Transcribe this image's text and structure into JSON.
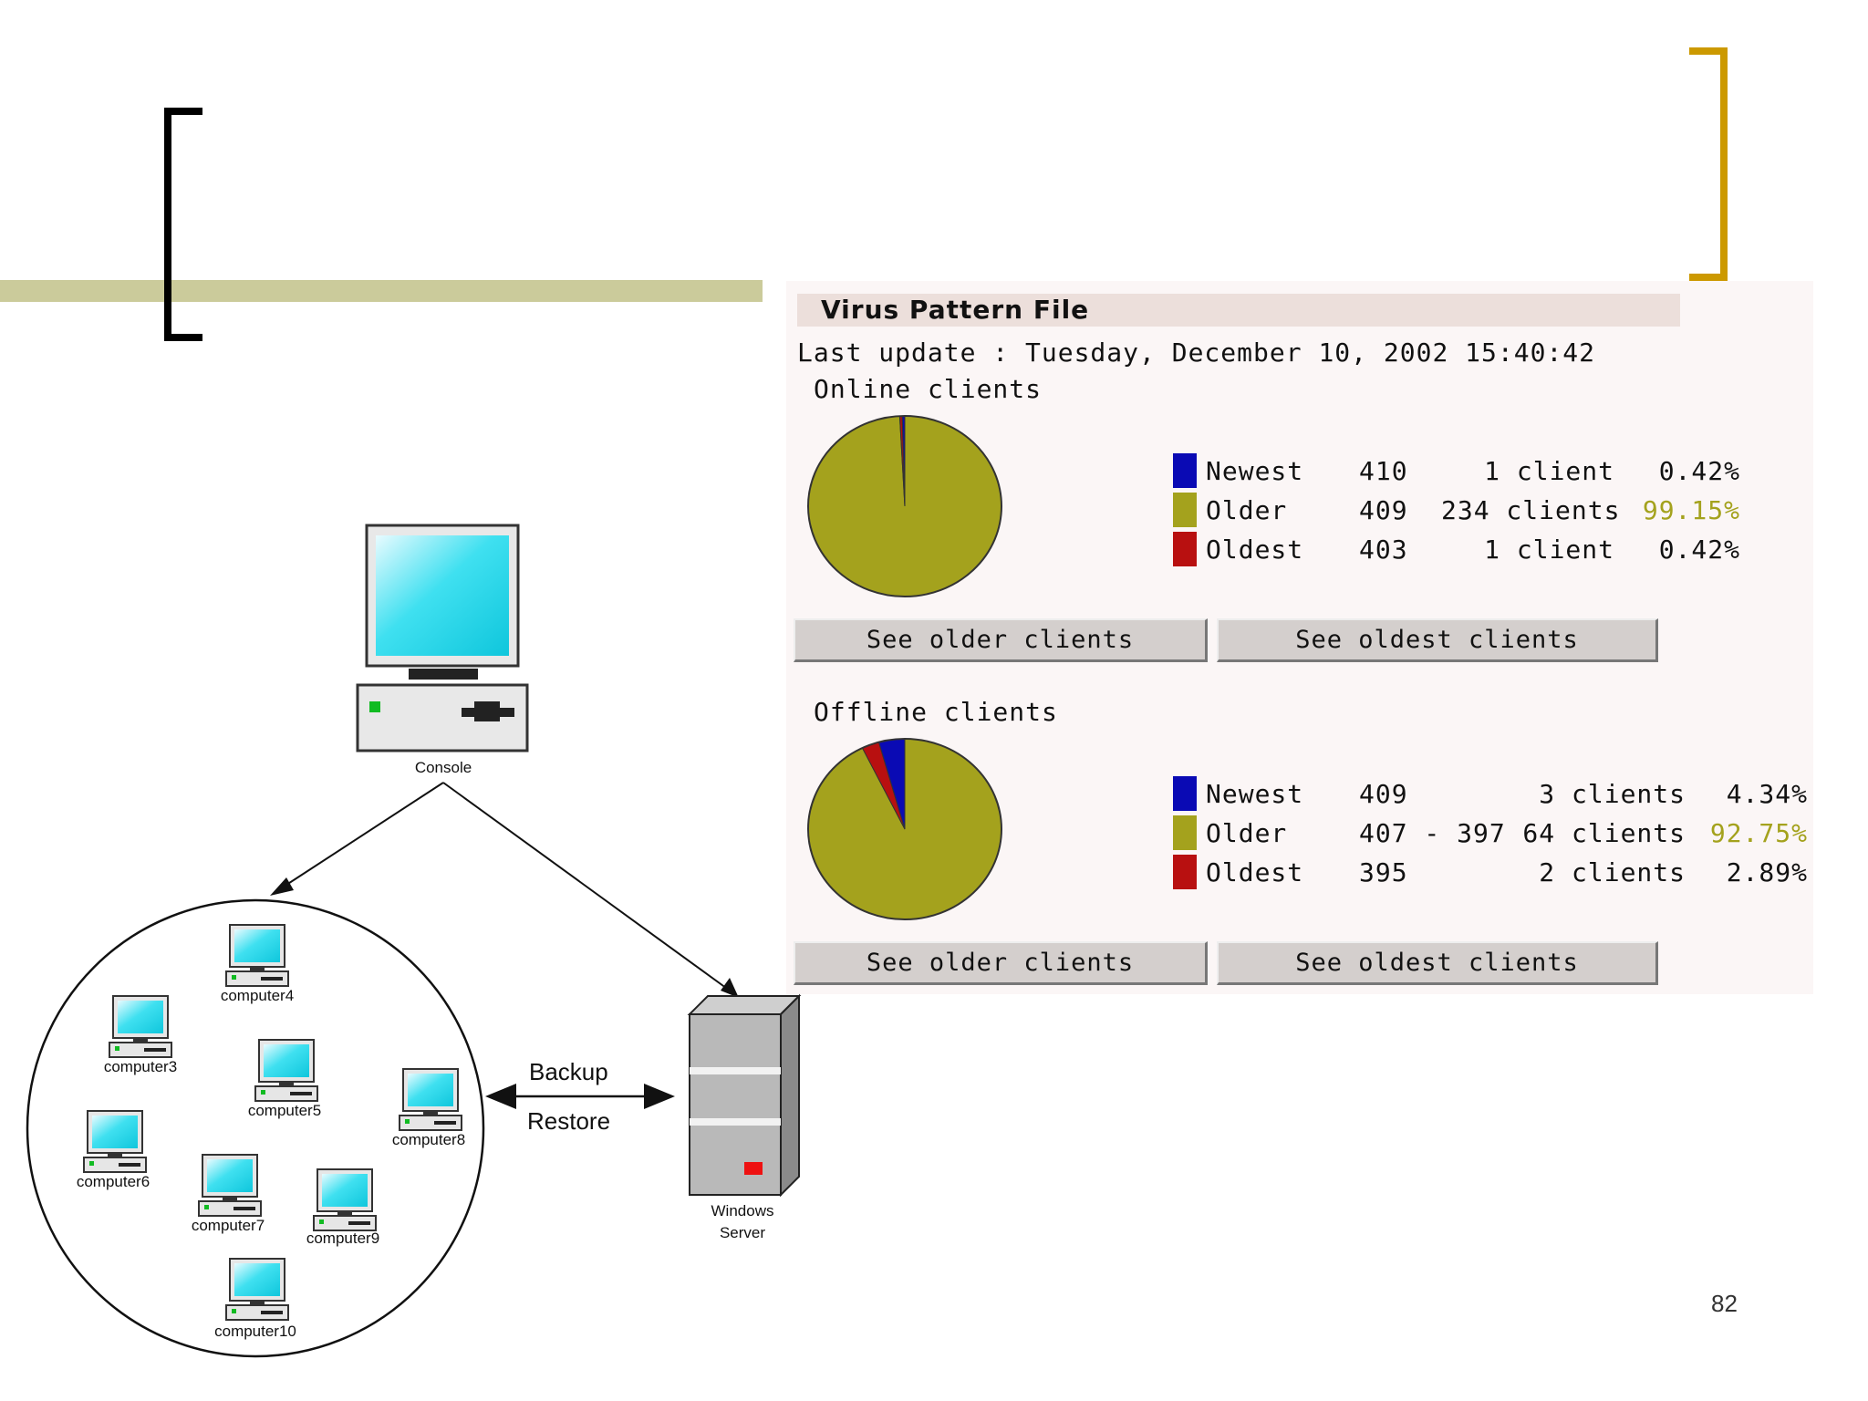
{
  "colors": {
    "newest": "#0a0ab4",
    "older": "#a4a21d",
    "oldest": "#b81010",
    "older_pct_text": "#a4a21d",
    "accent_bracket": "#cc9900"
  },
  "panel": {
    "title": "Virus Pattern File",
    "last_update": "Last update : Tuesday, December 10, 2002 15:40:42",
    "online": {
      "label": "Online clients",
      "rows": [
        {
          "name": "Newest",
          "version": "410",
          "count": "1 client",
          "pct": "0.42%",
          "pct_value": 0.42
        },
        {
          "name": "Older",
          "version": "409",
          "count": "234 clients",
          "pct": "99.15%",
          "pct_value": 99.15
        },
        {
          "name": "Oldest",
          "version": "403",
          "count": "1 client",
          "pct": "0.42%",
          "pct_value": 0.42
        }
      ],
      "btn_older": "See older clients",
      "btn_oldest": "See oldest clients"
    },
    "offline": {
      "label": "Offline clients",
      "rows": [
        {
          "name": "Newest",
          "version": "409",
          "count": "3 clients",
          "pct": "4.34%",
          "pct_value": 4.34
        },
        {
          "name": "Older",
          "version": "407 - 397",
          "count": "64 clients",
          "pct": "92.75%",
          "pct_value": 92.75
        },
        {
          "name": "Oldest",
          "version": "395",
          "count": "2 clients",
          "pct": "2.89%",
          "pct_value": 2.89
        }
      ],
      "btn_older": "See older clients",
      "btn_oldest": "See oldest clients"
    }
  },
  "diagram": {
    "console": "Console",
    "server_line1": "Windows",
    "server_line2": "Server",
    "backup": "Backup",
    "restore": "Restore",
    "computers": [
      "computer4",
      "computer3",
      "computer5",
      "computer8",
      "computer6",
      "computer7",
      "computer9",
      "computer10"
    ]
  },
  "page_number": "82"
}
